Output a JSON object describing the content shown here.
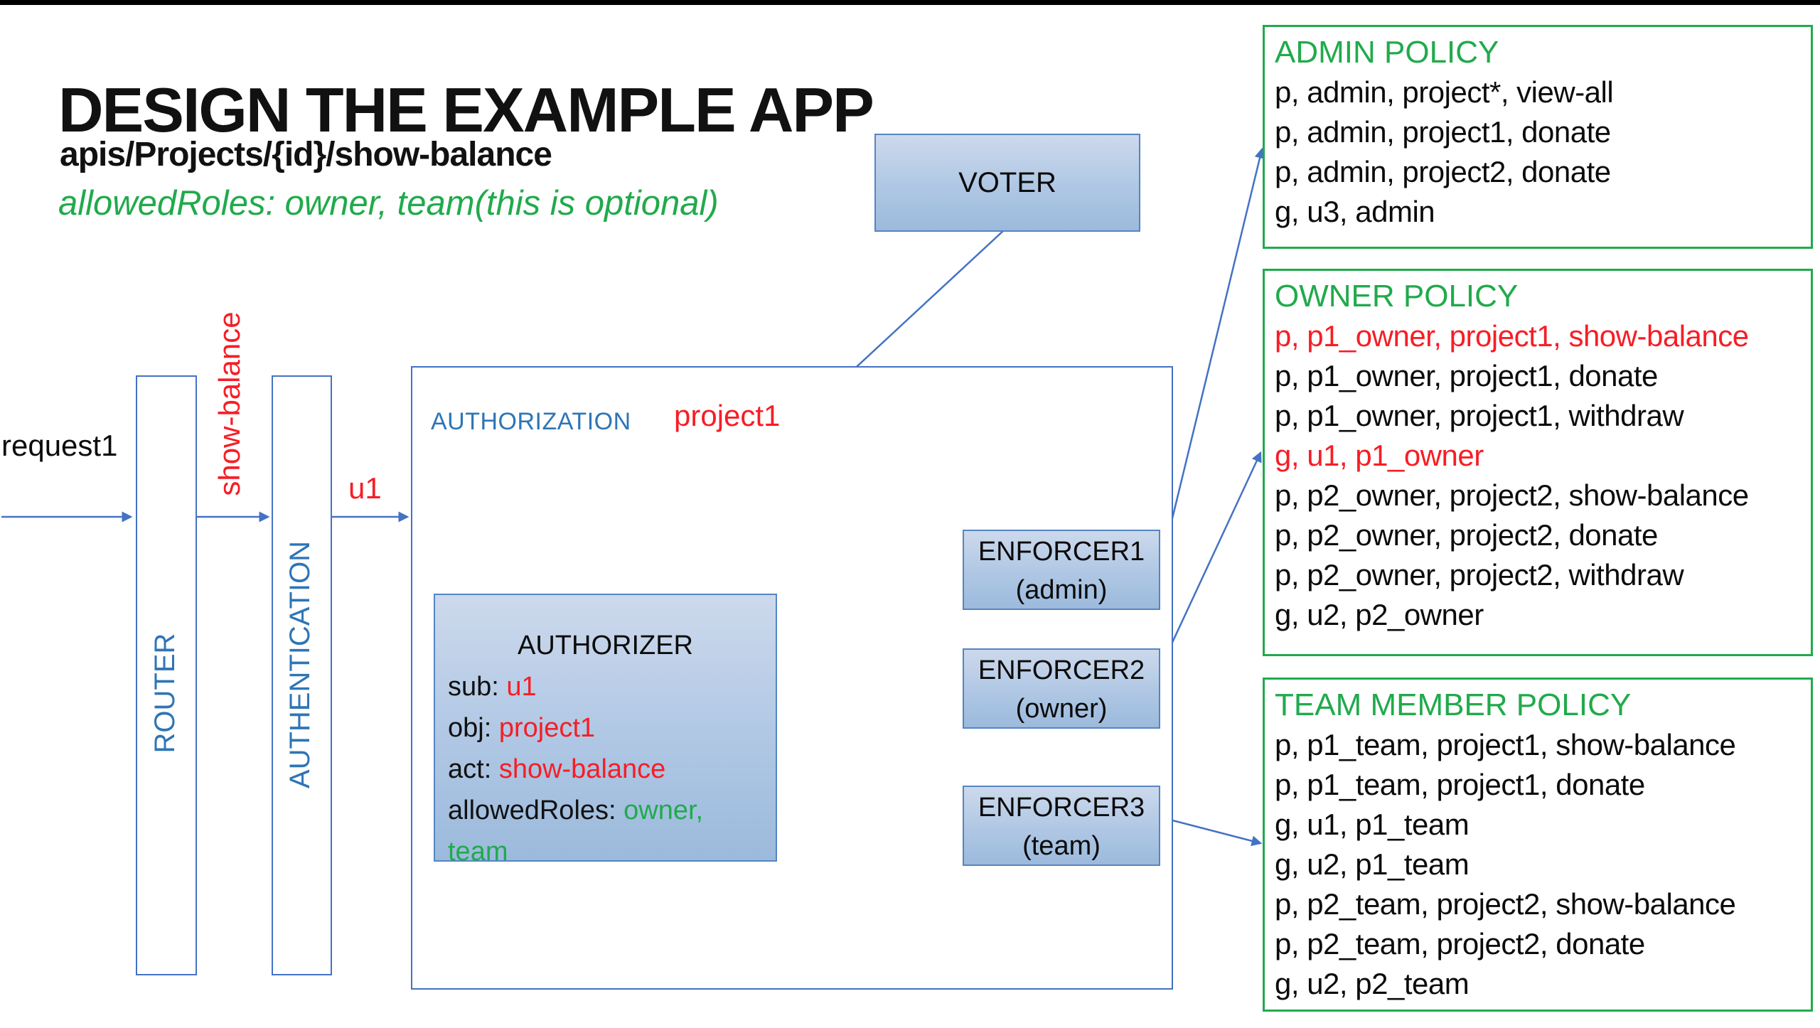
{
  "slide": {
    "title": "DESIGN THE EXAMPLE APP",
    "subtitle": "apis/Projects/{id}/show-balance",
    "note": "allowedRoles: owner, team(this is optional)"
  },
  "pipeline": {
    "request_label": "request1",
    "router_label": "ROUTER",
    "show_balance_label": "show-balance",
    "authentication_label": "AUTHENTICATION",
    "u1_label": "u1"
  },
  "voter": {
    "label": "VOTER"
  },
  "authorization": {
    "label": "AUTHORIZATION",
    "project_label": "project1",
    "authorizer": {
      "title": "AUTHORIZER",
      "rows": [
        {
          "key": "sub: ",
          "value": "u1",
          "value_color": "red"
        },
        {
          "key": "obj: ",
          "value": "project1",
          "value_color": "red"
        },
        {
          "key": "act: ",
          "value": "show-balance",
          "value_color": "red"
        },
        {
          "key": "allowedRoles: ",
          "value": "owner,",
          "value_color": "green"
        },
        {
          "key": "",
          "value": "team",
          "value_color": "green"
        }
      ]
    },
    "enforcers": [
      {
        "name": "ENFORCER1",
        "role": "(admin)"
      },
      {
        "name": "ENFORCER2",
        "role": "(owner)"
      },
      {
        "name": "ENFORCER3",
        "role": "(team)"
      }
    ]
  },
  "policies": [
    {
      "title": "ADMIN POLICY",
      "rules": [
        {
          "text": "p, admin, project*, view-all",
          "color": "black"
        },
        {
          "text": "p, admin, project1, donate",
          "color": "black"
        },
        {
          "text": "p, admin, project2, donate",
          "color": "black"
        },
        {
          "text": "g, u3, admin",
          "color": "black"
        }
      ]
    },
    {
      "title": "OWNER POLICY",
      "rules": [
        {
          "text": "p, p1_owner, project1, show-balance",
          "color": "red"
        },
        {
          "text": "p, p1_owner, project1, donate",
          "color": "black"
        },
        {
          "text": "p, p1_owner, project1, withdraw",
          "color": "black"
        },
        {
          "text": "g, u1, p1_owner",
          "color": "red"
        },
        {
          "text": "p, p2_owner, project2, show-balance",
          "color": "black"
        },
        {
          "text": "p, p2_owner, project2, donate",
          "color": "black"
        },
        {
          "text": "p, p2_owner, project2, withdraw",
          "color": "black"
        },
        {
          "text": "g, u2, p2_owner",
          "color": "black"
        }
      ]
    },
    {
      "title": "TEAM MEMBER POLICY",
      "rules": [
        {
          "text": "p, p1_team, project1, show-balance",
          "color": "black"
        },
        {
          "text": "p, p1_team, project1, donate",
          "color": "black"
        },
        {
          "text": "g, u1, p1_team",
          "color": "black"
        },
        {
          "text": "g, u2, p1_team",
          "color": "black"
        },
        {
          "text": "p, p2_team, project2, show-balance",
          "color": "black"
        },
        {
          "text": "p, p2_team, project2, donate",
          "color": "black"
        },
        {
          "text": "g, u2, p2_team",
          "color": "black"
        }
      ]
    }
  ],
  "colors": {
    "line_blue": "#4472C4",
    "fill_border_blue": "#5585C2",
    "label_blue": "#2E75B6",
    "green": "#21AA4C",
    "arrow_green": "#70AD47",
    "red": "#F71D25",
    "box_fill_top": "#CDD9EC",
    "box_fill_bottom": "#9CBADC"
  }
}
